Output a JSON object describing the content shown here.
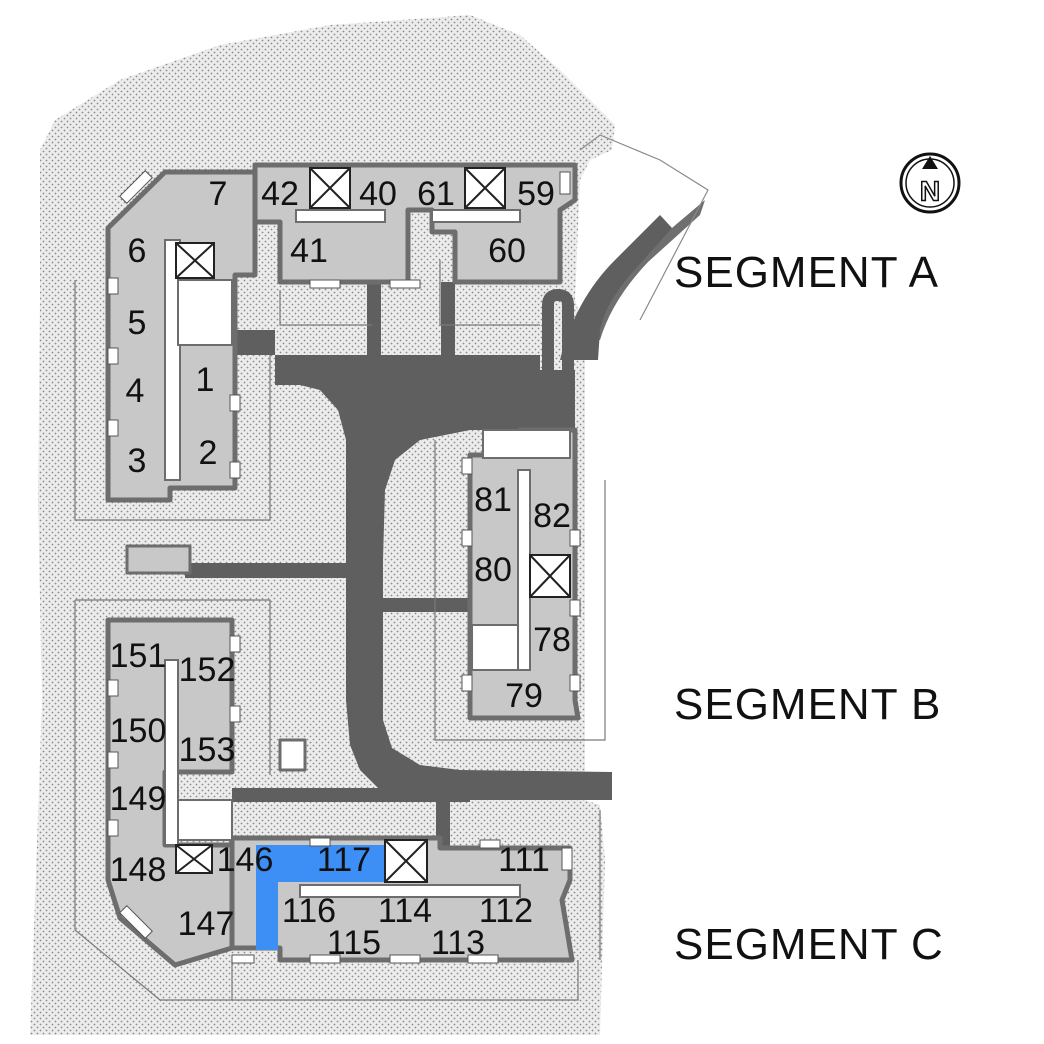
{
  "colors": {
    "ground": "#e9e9e9",
    "building": "#c8c8c8",
    "building_outline": "#6d6d6d",
    "road": "#5f5f5f",
    "highlight": "#3d8ef5",
    "stair_box": "#ffffff",
    "text": "#111111"
  },
  "compass": {
    "icon": "north-arrow-icon",
    "letter": "N"
  },
  "segments": [
    {
      "id": "a",
      "label": "SEGMENT A"
    },
    {
      "id": "b",
      "label": "SEGMENT B"
    },
    {
      "id": "c",
      "label": "SEGMENT C"
    }
  ],
  "units": {
    "u7": "7",
    "u42": "42",
    "u40": "40",
    "u61": "61",
    "u59": "59",
    "u6": "6",
    "u41": "41",
    "u60": "60",
    "u5": "5",
    "u1": "1",
    "u4": "4",
    "u3": "3",
    "u2": "2",
    "u81": "81",
    "u82": "82",
    "u80": "80",
    "u78": "78",
    "u79": "79",
    "u151": "151",
    "u152": "152",
    "u150": "150",
    "u153": "153",
    "u149": "149",
    "u148": "148",
    "u146": "146",
    "u117": "117",
    "u111": "111",
    "u147": "147",
    "u116": "116",
    "u114": "114",
    "u112": "112",
    "u115": "115",
    "u113": "113"
  },
  "selected_unit": "117"
}
